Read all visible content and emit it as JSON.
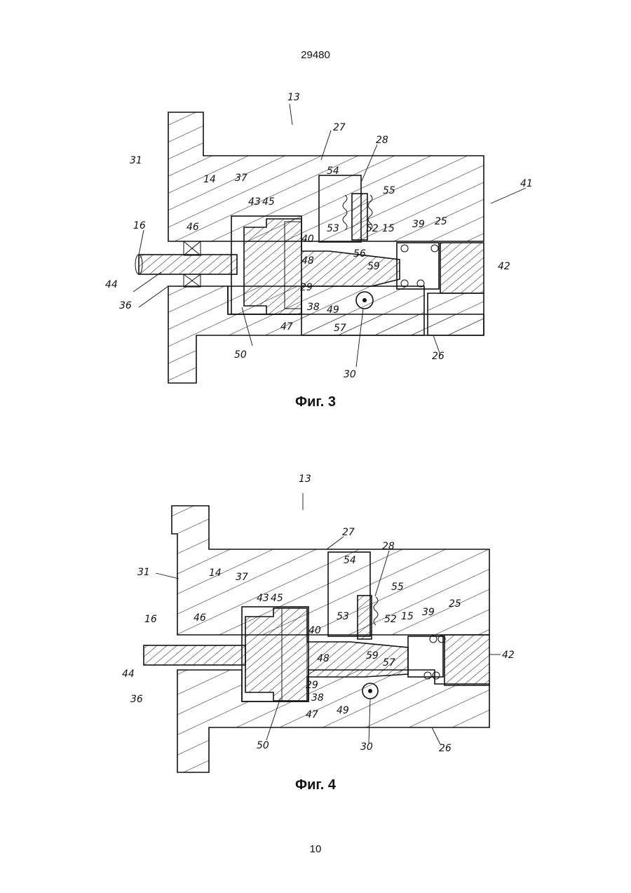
{
  "header": {
    "doc_number": "29480"
  },
  "footer": {
    "page_number": "10"
  },
  "figures": [
    {
      "caption": "Фиг. 3",
      "labels": {
        "l13": "13",
        "l27": "27",
        "l28": "28",
        "l31": "31",
        "l41": "41",
        "l14": "14",
        "l37": "37",
        "l43": "43",
        "l45": "45",
        "l54": "54",
        "l55": "55",
        "l16": "16",
        "l46": "46",
        "l53": "53",
        "l52": "52",
        "l15": "15",
        "l39": "39",
        "l25": "25",
        "l40": "40",
        "l56": "56",
        "l42": "42",
        "l48": "48",
        "l59": "59",
        "l44": "44",
        "l29": "29",
        "l36": "36",
        "l38": "38",
        "l49": "49",
        "l47": "47",
        "l57": "57",
        "l50": "50",
        "l26": "26",
        "l30": "30"
      }
    },
    {
      "caption": "Фиг. 4",
      "labels": {
        "l13": "13",
        "l27": "27",
        "l28": "28",
        "l54": "54",
        "l31": "31",
        "l14": "14",
        "l37": "37",
        "l55": "55",
        "l43": "43",
        "l45": "45",
        "l39": "39",
        "l25": "25",
        "l16": "16",
        "l46": "46",
        "l53": "53",
        "l52": "52",
        "l15": "15",
        "l40": "40",
        "l42": "42",
        "l48": "48",
        "l59": "59",
        "l57": "57",
        "l44": "44",
        "l29": "29",
        "l38": "38",
        "l36": "36",
        "l47": "47",
        "l49": "49",
        "l50": "50",
        "l30": "30",
        "l26": "26"
      }
    }
  ]
}
